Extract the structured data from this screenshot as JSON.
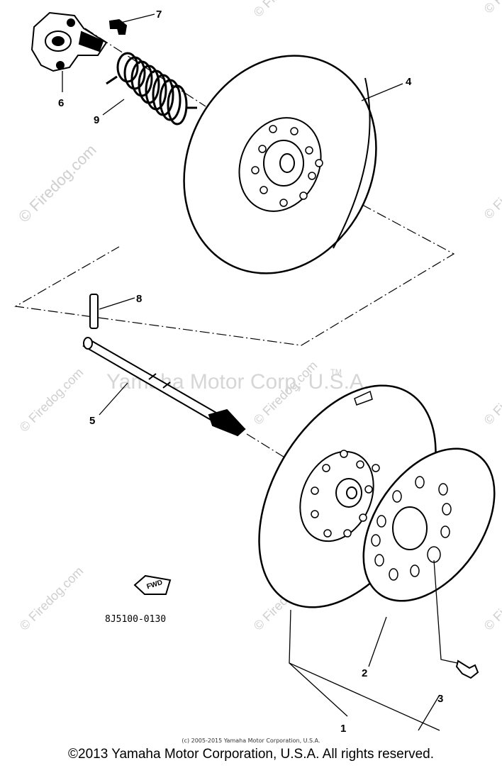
{
  "callouts": {
    "c1": "1",
    "c2": "2",
    "c3": "3",
    "c4": "4",
    "c5": "5",
    "c6": "6",
    "c7": "7",
    "c8": "8",
    "c9": "9"
  },
  "part_number": "8J5100-0130",
  "fwd_label": "FWD",
  "watermark_center": "Yamaha Motor Corp, U.S.A.",
  "watermark_tm": "TM",
  "watermark_site": "© Firedog.com",
  "footer_small": "(c) 2005-2015 Yamaha Motor Corporation, U.S.A.",
  "footer_main": "©2013 Yamaha Motor Corporation, U.S.A. All rights reserved."
}
